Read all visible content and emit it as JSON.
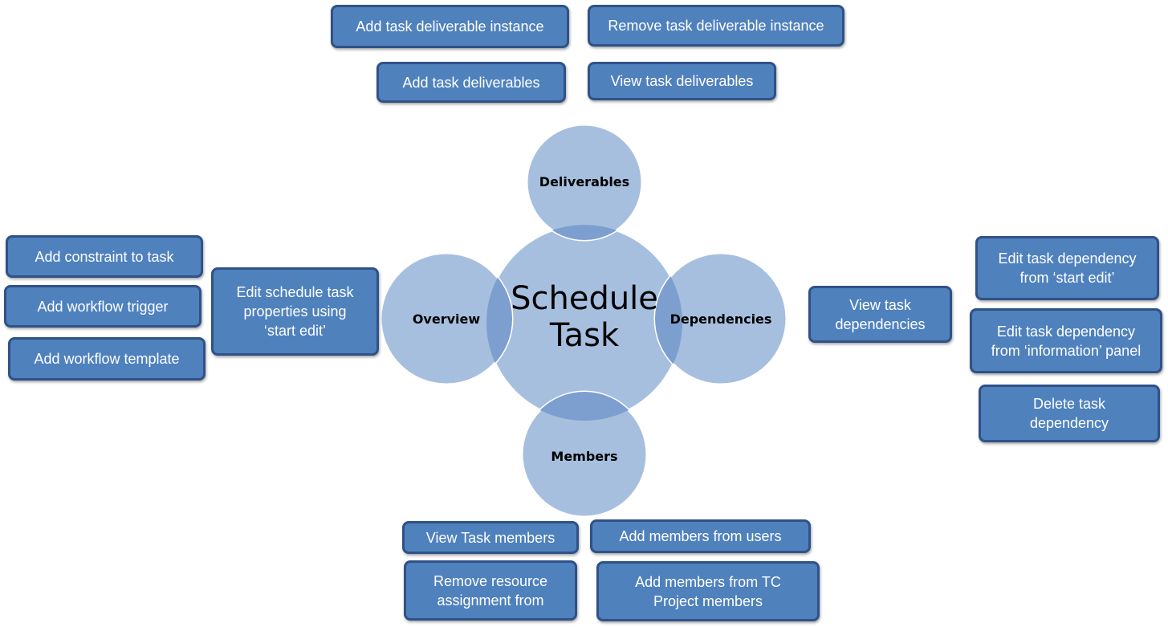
{
  "colors": {
    "box_fill": "#4f81bd",
    "box_border": "#2f5287",
    "circle_fill": "#a7bfdf",
    "circle_overlap": "#7d9fcf",
    "box_text": "#ffffff"
  },
  "center": {
    "line1": "Schedule",
    "line2": "Task"
  },
  "circles": {
    "deliverables": "Deliverables",
    "overview": "Overview",
    "dependencies": "Dependencies",
    "members": "Members"
  },
  "deliverables_actions": {
    "add_instance": "Add task deliverable instance",
    "remove_instance": "Remove task deliverable instance",
    "add_deliverables": "Add task deliverables",
    "view_deliverables": "View task deliverables"
  },
  "overview_actions": {
    "edit_properties": [
      "Edit schedule task",
      "properties using",
      "‘start edit’"
    ],
    "add_constraint": "Add constraint to task",
    "add_workflow_trigger": "Add workflow trigger",
    "add_workflow_template": "Add workflow template"
  },
  "dependencies_actions": {
    "view_dependencies": [
      "View task",
      "dependencies"
    ],
    "edit_start_edit": [
      "Edit task dependency",
      "from ‘start edit’"
    ],
    "edit_info_panel": [
      "Edit task dependency",
      "from ‘information’ panel"
    ],
    "delete_dependency": [
      "Delete task",
      "dependency"
    ]
  },
  "members_actions": {
    "view_members": "View Task members",
    "add_from_users": "Add members from users",
    "remove_assignment": [
      "Remove resource",
      "assignment from"
    ],
    "add_from_tc": [
      "Add members from TC",
      "Project members"
    ]
  }
}
